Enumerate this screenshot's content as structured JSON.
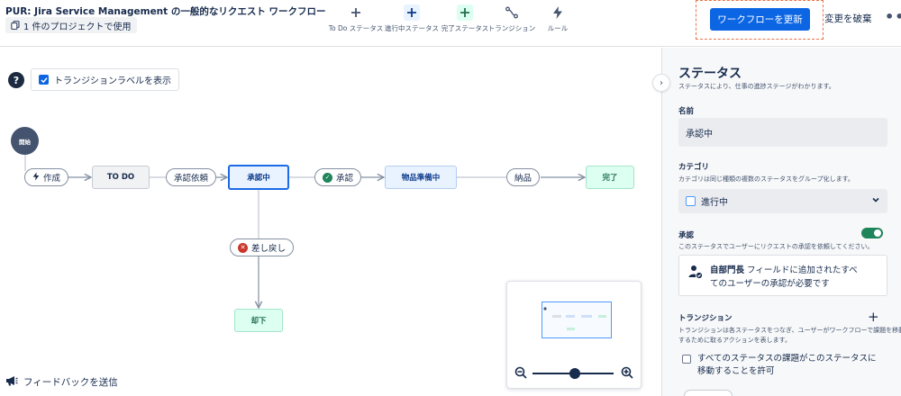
{
  "header": {
    "title": "PUR: Jira Service Management の一般的なリクエスト ワークフロー",
    "project_badge": "1 件のプロジェクトで使用",
    "tools": {
      "todo_status": "To Do ステータス",
      "inprogress_status": "進行中ステータス",
      "done_status": "完了ステータス",
      "transition": "トランジション",
      "rule": "ルール"
    },
    "update_button": "ワークフローを更新",
    "discard_button": "変更を破棄",
    "more": "•••"
  },
  "canvas": {
    "help": "?",
    "show_transition_labels": "トランジションラベルを表示",
    "start": "開始",
    "statuses": {
      "todo": "TO DO",
      "approval": "承認中",
      "prep": "物品準備中",
      "done": "完了",
      "rejected": "却下"
    },
    "transitions": {
      "create": "作成",
      "request_approval": "承認依頼",
      "approve": "承認",
      "deliver": "納品",
      "send_back": "差し戻し"
    },
    "feedback": "フィードバックを送信"
  },
  "colors": {
    "primary": "#0c66e4",
    "todo": "#f1f2f4",
    "in_progress": "#e9f2ff",
    "done": "#dcfff1",
    "success": "#1f845a",
    "danger": "#c9372c"
  },
  "panel": {
    "title": "ステータス",
    "subtitle": "ステータスにより、仕事の進捗ステージがわかります。",
    "name_label": "名前",
    "name_value": "承認中",
    "category_label": "カテゴリ",
    "category_desc": "カテゴリは同じ種類の複数のステータスをグループ化します。",
    "category_value": "進行中",
    "approval_label": "承認",
    "approval_desc": "このステータスでユーザーにリクエストの承認を依頼してください。",
    "approval_enabled": true,
    "approver_field": "自部門長",
    "approver_line1_rest": " フィールドに追加されたすべ",
    "approver_line2": "てのユーザーの承認が必要です",
    "transitions_label": "トランジション",
    "transitions_desc_1": "トランジションは各ステータスをつなぎ、ユーザーがワークフローで課題を移動",
    "transitions_desc_2": "するために取るアクションを表します。",
    "allow_all": "すべてのステータスの課題がこのステータスに移動することを許可"
  }
}
